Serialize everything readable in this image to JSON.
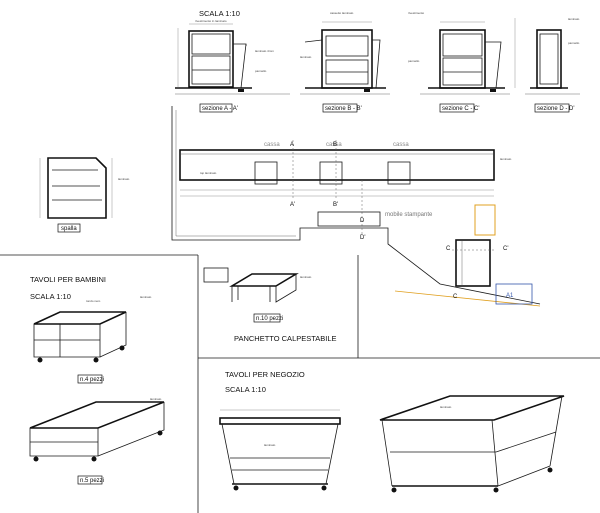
{
  "top": {
    "scale": "SCALA 1:10",
    "sections": [
      "sezione A - A'",
      "sezione B - B'",
      "sezione C - C'",
      "sezione D - D'"
    ]
  },
  "plan": {
    "letters": [
      "A",
      "A'",
      "B",
      "B'",
      "C",
      "C'",
      "D",
      "D'"
    ],
    "mobile_label": "mobile stampante",
    "spalla": "spalla",
    "a1": "A1",
    "c_tags": [
      "C",
      "C",
      "C"
    ]
  },
  "bambini": {
    "title": "TAVOLI PER BAMBINI",
    "scale": "SCALA 1:10",
    "tag1": "n.4 pezzi",
    "tag2": "n.5 pezzi"
  },
  "panchetto": {
    "tag": "n.10 pezzi",
    "title": "PANCHETTO CALPESTABILE"
  },
  "negozio": {
    "title": "TAVOLI PER NEGOZIO",
    "scale": "SCALA 1:10"
  },
  "colors": {
    "line": "#1a1a1a",
    "accent": "#e0a020",
    "accent_blue": "#3355aa"
  }
}
